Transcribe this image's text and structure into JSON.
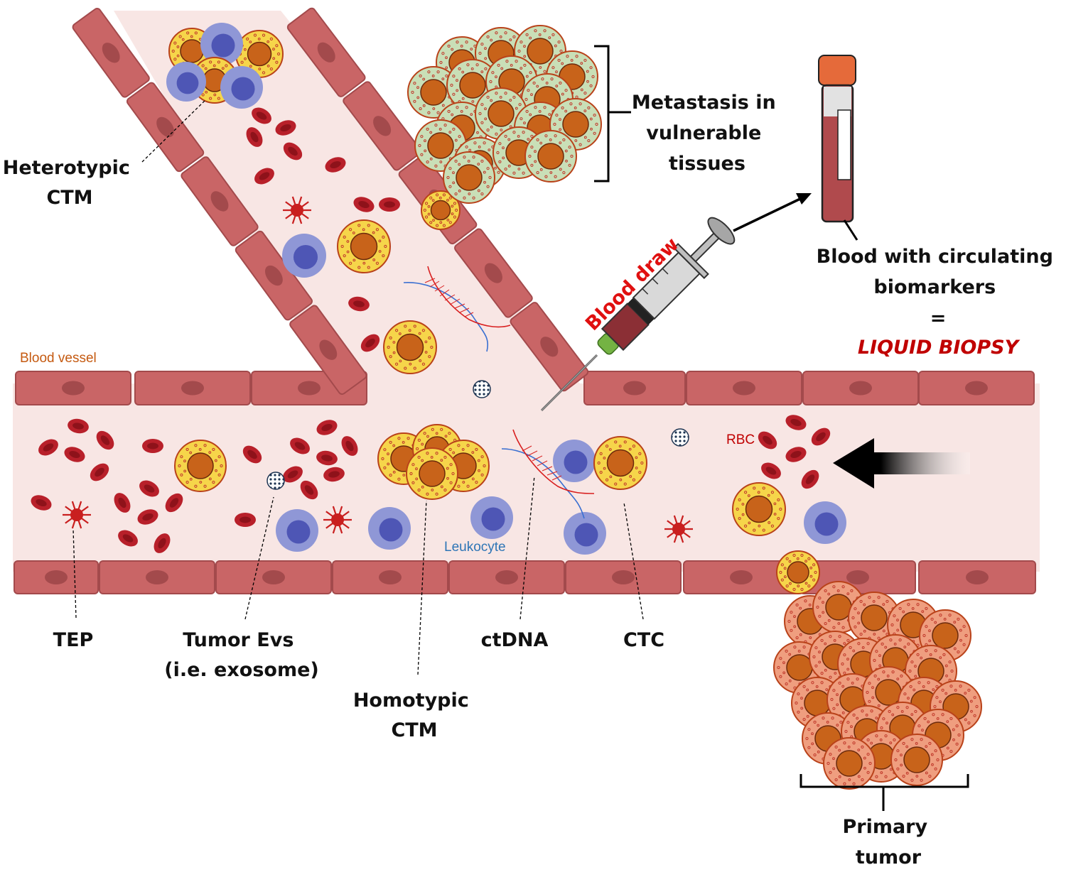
{
  "labels": {
    "heterotypic_ctm": [
      "Heterotypic",
      "CTM"
    ],
    "metastasis": [
      "Metastasis in",
      "vulnerable",
      "tissues"
    ],
    "blood_draw": "Blood draw",
    "blood_circulating": [
      "Blood with circulating",
      "biomarkers",
      "="
    ],
    "liquid_biopsy": "LIQUID BIOPSY",
    "blood_vessel": "Blood vessel",
    "rbc": "RBC",
    "leukocyte": "Leukocyte",
    "tep": "TEP",
    "tumor_evs": [
      "Tumor Evs",
      "(i.e. exosome)"
    ],
    "homotypic_ctm": [
      "Homotypic",
      "CTM"
    ],
    "ctdna": "ctDNA",
    "ctc": "CTC",
    "primary_tumor": [
      "Primary",
      "tumor"
    ]
  },
  "colors": {
    "vessel_wall": "#c96566",
    "vessel_wall_dark": "#a34a4c",
    "lumen": "#f8e6e4",
    "rbc": "#b8202a",
    "ctc_fill": "#f6d54a",
    "ctc_nucleus": "#c8631a",
    "leukocyte": "#8f97d6",
    "leukocyte_nucleus": "#4e56b5",
    "metastasis_fill": "#c9dfb7",
    "primary_fill": "#ef9e7f",
    "liquid_biopsy": "#c00000",
    "blood_draw": "#e01010",
    "blood_vessel_label": "#c55a11",
    "leukocyte_label": "#2e75b6"
  }
}
